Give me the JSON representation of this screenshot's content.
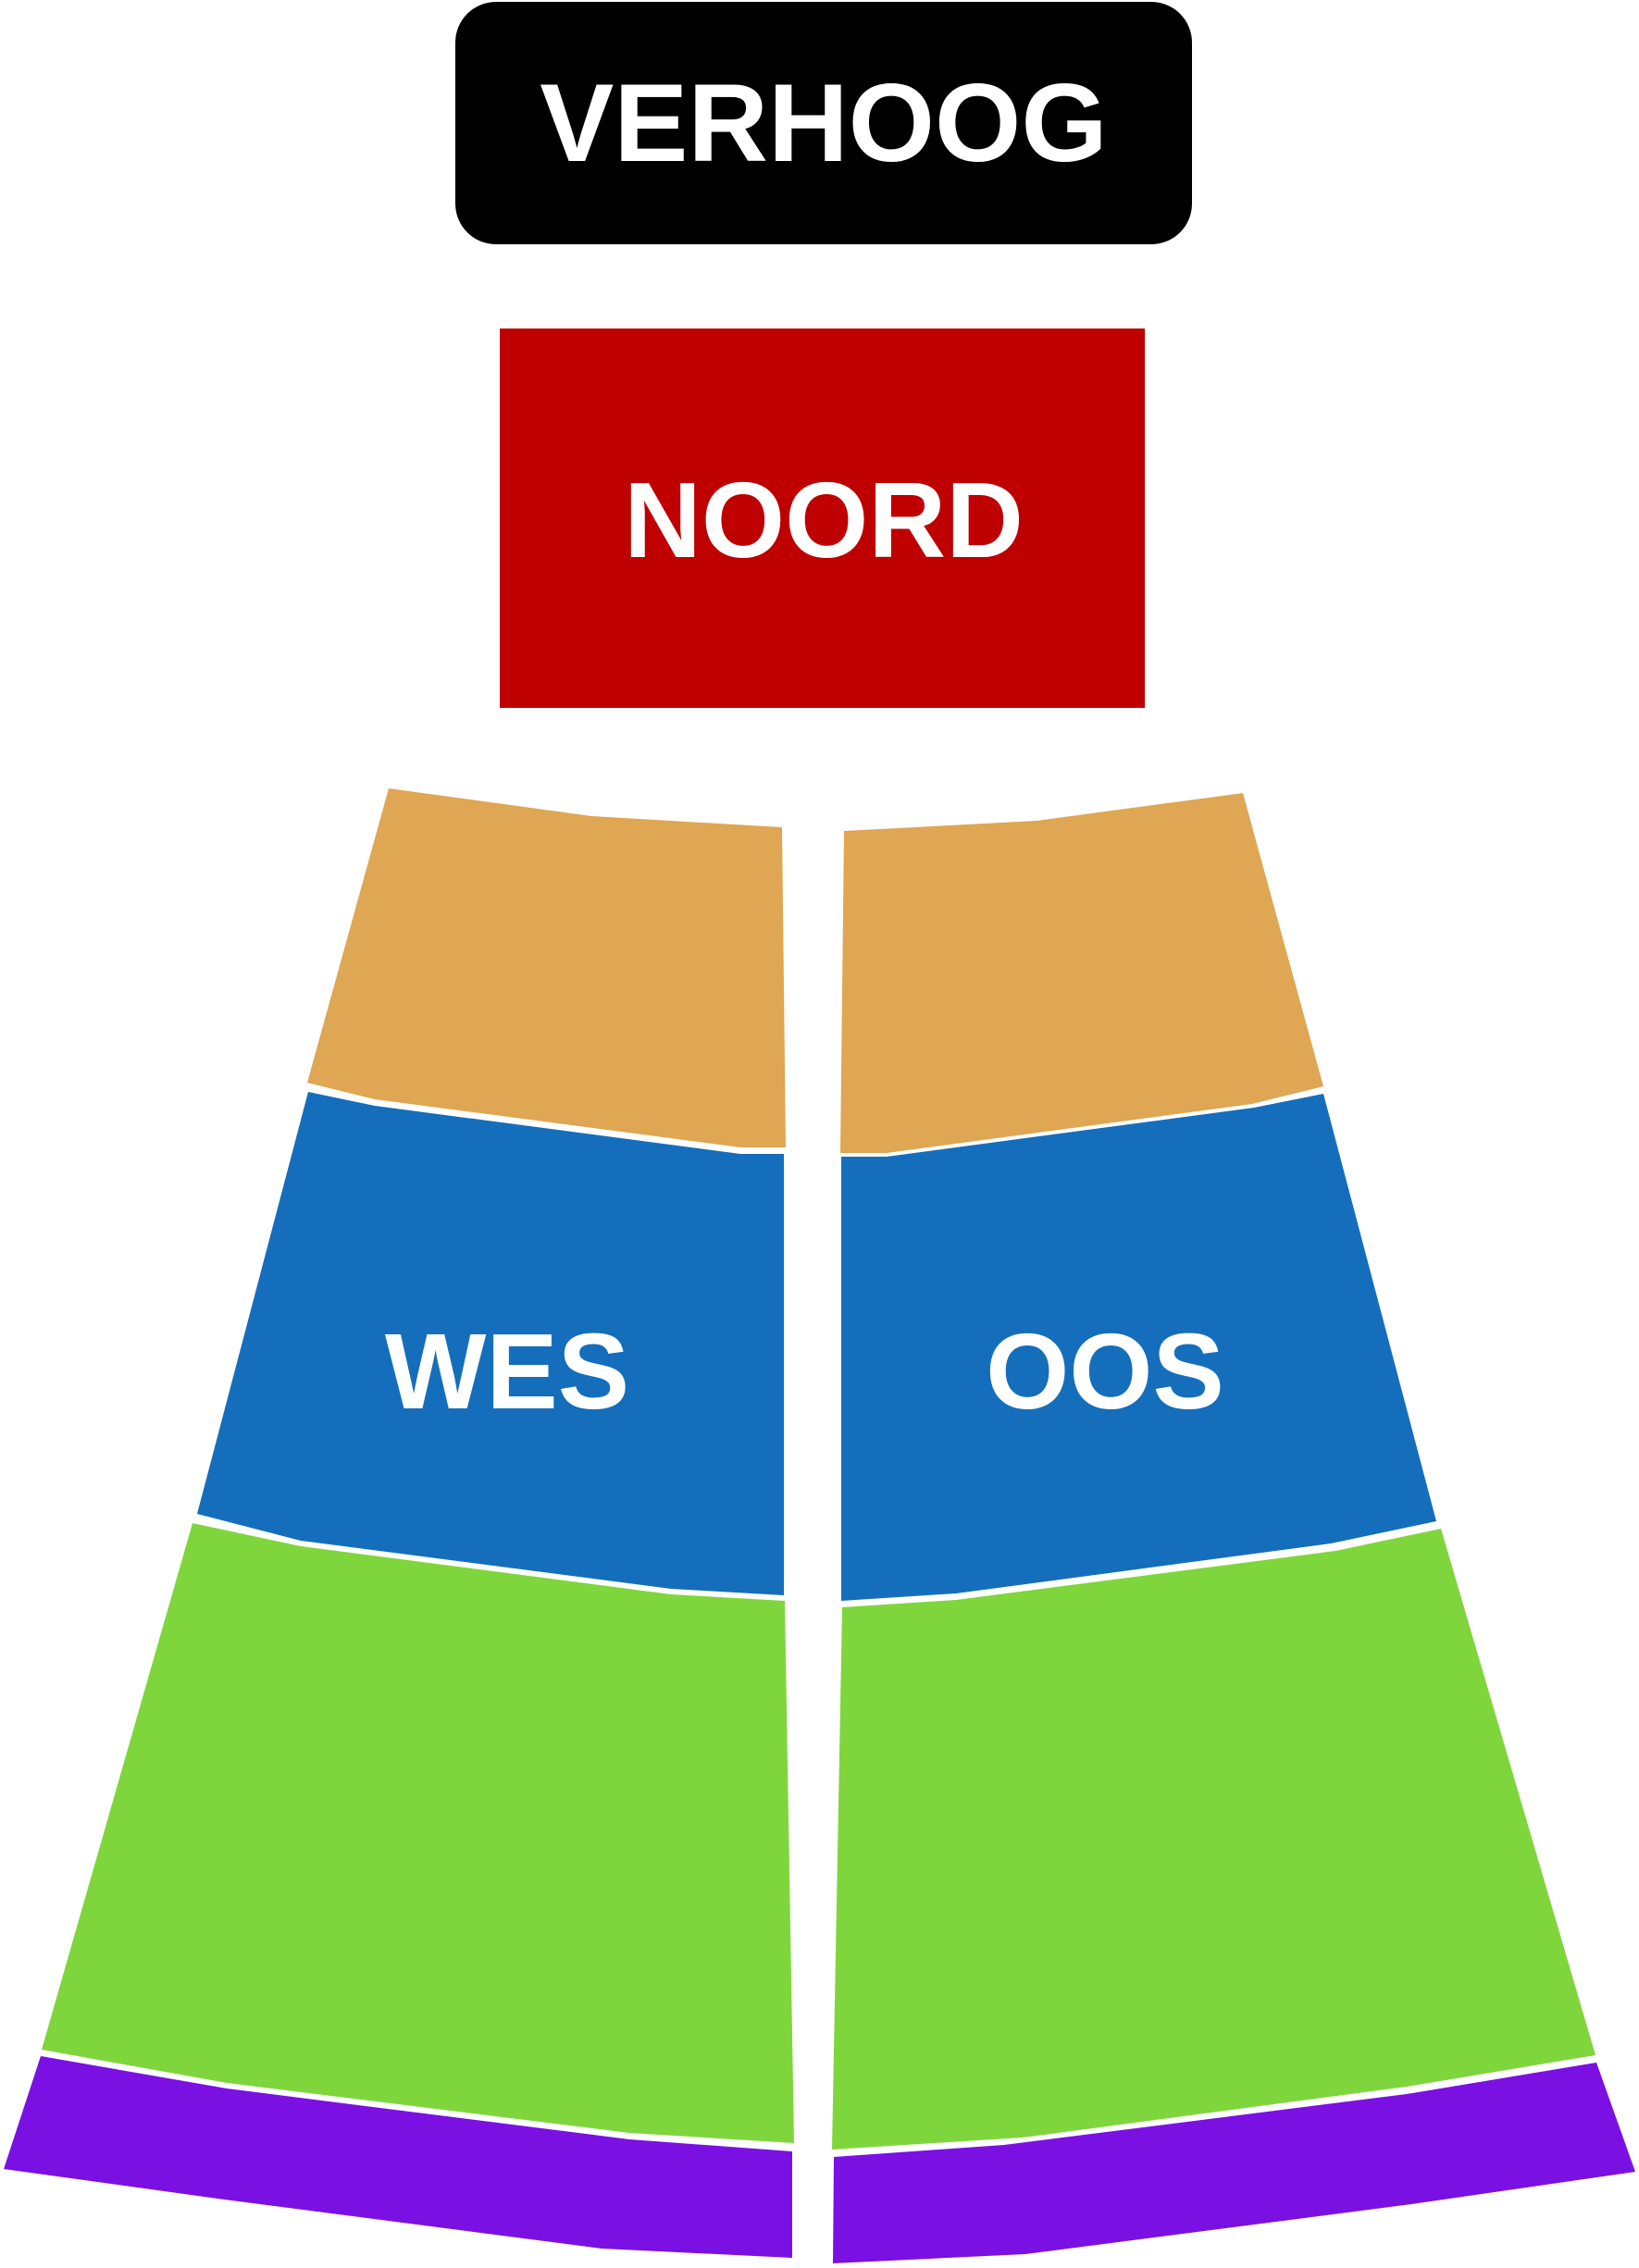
{
  "stage": {
    "label": "VERHOOG",
    "color": "#000000"
  },
  "sections": {
    "noord": {
      "label": "NOORD",
      "color": "#bf0000"
    },
    "wes": {
      "label": "WES",
      "color": "#156ebb"
    },
    "oos": {
      "label": "OOS",
      "color": "#156ebb"
    },
    "top_tier": {
      "color": "#dfa653"
    },
    "lower_tier": {
      "color": "#7fd63c"
    },
    "back_row": {
      "color": "#7b10e3"
    }
  }
}
